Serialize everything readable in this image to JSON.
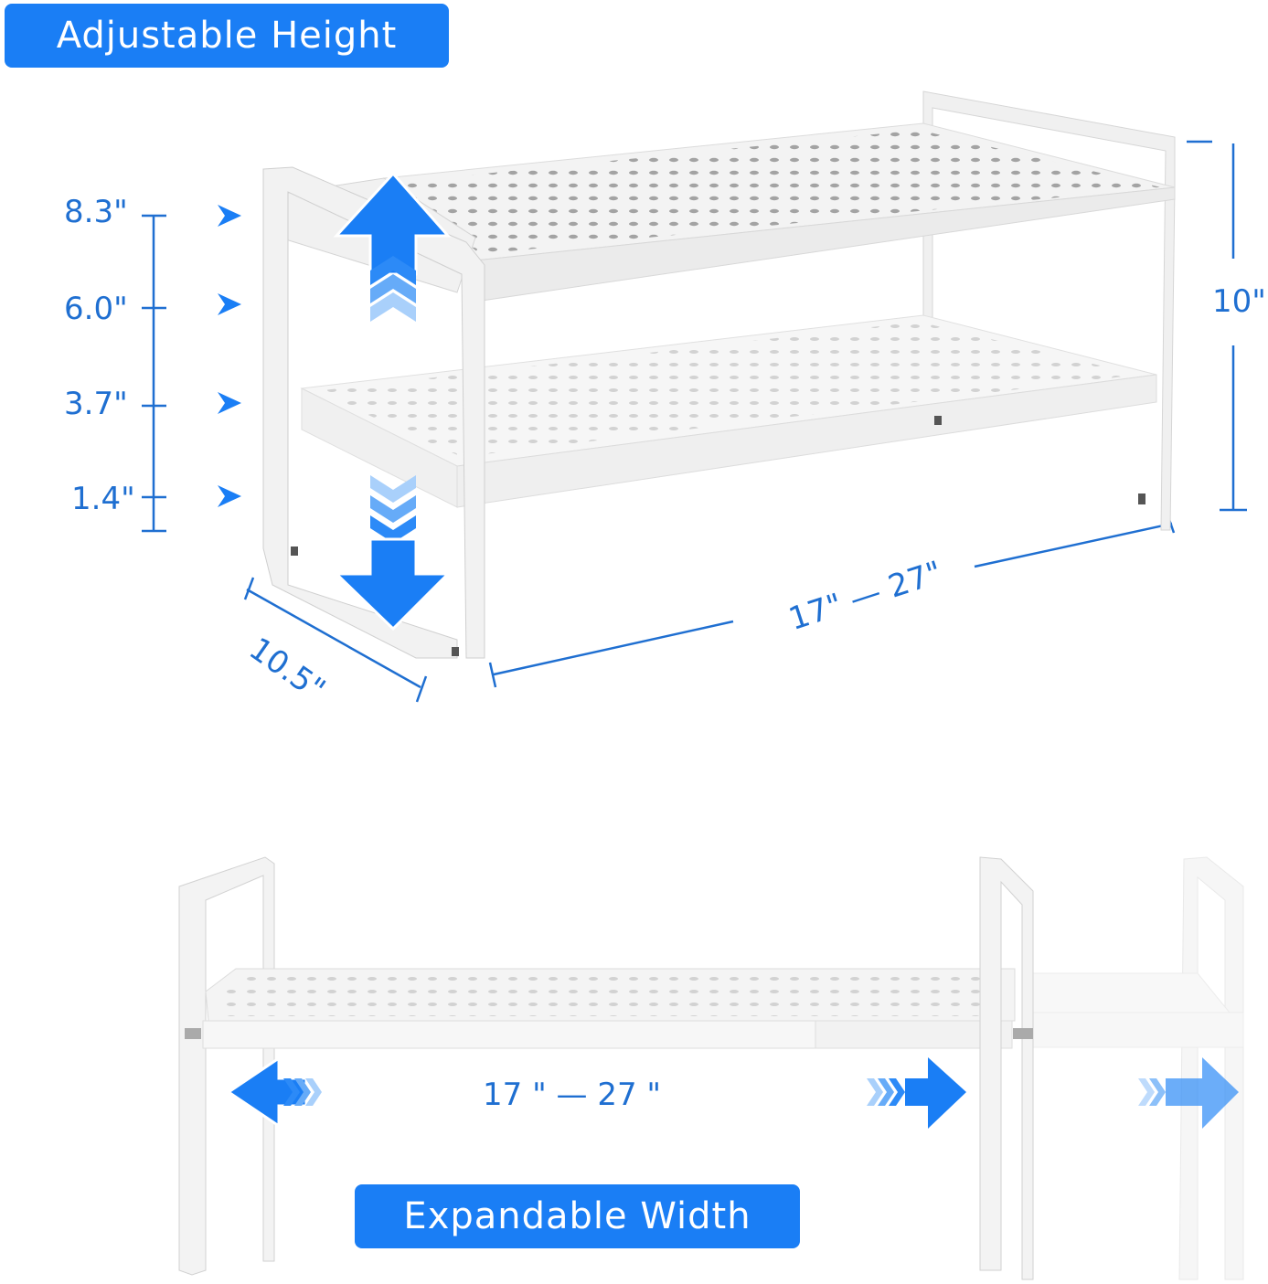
{
  "badges": {
    "top": "Adjustable Height",
    "bottom": "Expandable Width"
  },
  "height_scale": {
    "labels": [
      "8.3\"",
      "6.0\"",
      "3.7\"",
      "1.4\""
    ],
    "marker_icon": "arrowhead-right-icon"
  },
  "dimensions": {
    "overall_height": "10\"",
    "depth": "10.5\"",
    "width_range_top": "17\" — 27\"",
    "width_range_bottom": "17 \" — 27 \""
  },
  "colors": {
    "badge_blue": "#1a7ef5",
    "dimension_blue": "#1f6fd1",
    "arrow_blue": "#1a7ef5",
    "shelf_white": "#f4f4f4",
    "shelf_edge": "#d9d9d9"
  }
}
